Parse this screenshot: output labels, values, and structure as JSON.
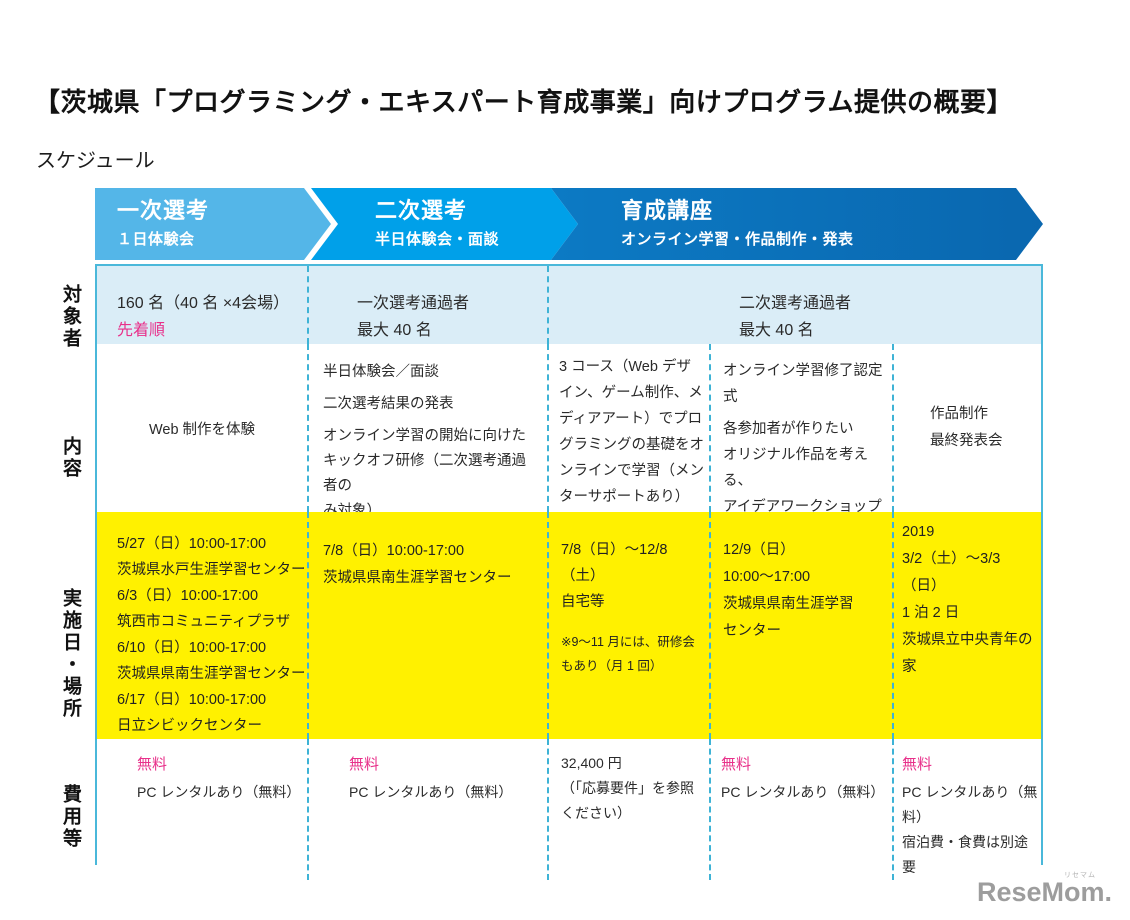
{
  "page": {
    "title": "【茨城県「プログラミング・エキスパート育成事業」向けプログラム提供の概要】",
    "subtitle": "スケジュール"
  },
  "colors": {
    "arrow1": "#54b6e8",
    "arrow2": "#00a0e9",
    "arrow3": "#0b74bd",
    "row1_bg": "#daedf7",
    "row3_bg": "#fff100",
    "table_border": "#4ab8da",
    "divider_dashed": "#3eb3d6",
    "pink_accent": "#e8308a",
    "logo_gray": "#9d9d9d"
  },
  "arrows": [
    {
      "title": "一次選考",
      "subtitle": "１日体験会"
    },
    {
      "title": "二次選考",
      "subtitle": "半日体験会・面談"
    },
    {
      "title": "育成講座",
      "subtitle": "オンライン学習・作品制作・発表"
    }
  ],
  "row_headers": [
    "対象者",
    "内容",
    "実施日・場所",
    "費用等"
  ],
  "table": {
    "target": {
      "c1_main": "160 名（40 名 ×4会場）",
      "c1_pink": "先着順",
      "c2": "一次選考通過者\n最大 40 名",
      "c35": "二次選考通過者\n最大 40 名"
    },
    "content": {
      "c1": "Web 制作を体験",
      "c2_p1": "半日体験会／面談",
      "c2_p2": "二次選考結果の発表",
      "c2_p3": "オンライン学習の開始に向けた\nキックオフ研修（二次選考通過者の\nみ対象）",
      "c3": "3 コース（Web デザイン、ゲーム制作、メディアアート）でプログラミングの基礎をオンラインで学習（メンターサポートあり）",
      "c4_p1": "オンライン学習修了認定式",
      "c4_p2": "各参加者が作りたい\nオリジナル作品を考える、\nアイデアワークショップ",
      "c5": "作品制作\n最終発表会"
    },
    "schedule": {
      "c1": "5/27（日）10:00-17:00\n茨城県水戸生涯学習センター\n6/3（日）10:00-17:00\n筑西市コミュニティプラザ\n6/10（日）10:00-17:00\n茨城県県南生涯学習センター\n6/17（日）10:00-17:00\n日立シビックセンター",
      "c2": "7/8（日）10:00-17:00\n茨城県県南生涯学習センター",
      "c3_main": "7/8（日）～12/8（土）\n自宅等",
      "c3_note": "※9～11 月には、研修会\nもあり（月 1 回）",
      "c4": "12/9（日）\n10:00～17:00\n茨城県県南生涯学習\nセンター",
      "c5": "2019\n3/2（土）～3/3（日）\n1 泊 2 日\n茨城県立中央青年の家"
    },
    "fee": {
      "c1_pink": "無料",
      "c1_sub": "PC レンタルあり（無料）",
      "c2_pink": "無料",
      "c2_sub": "PC レンタルあり（無料）",
      "c3": "32,400 円\n（「応募要件」を参照ください）",
      "c4_pink": "無料",
      "c4_sub": "PC レンタルあり（無料）",
      "c5_pink": "無料",
      "c5_sub": "PC レンタルあり（無料）\n宿泊費・食費は別途要"
    }
  },
  "logo": {
    "text": "ReseMom.",
    "ruby": "リセマム"
  }
}
